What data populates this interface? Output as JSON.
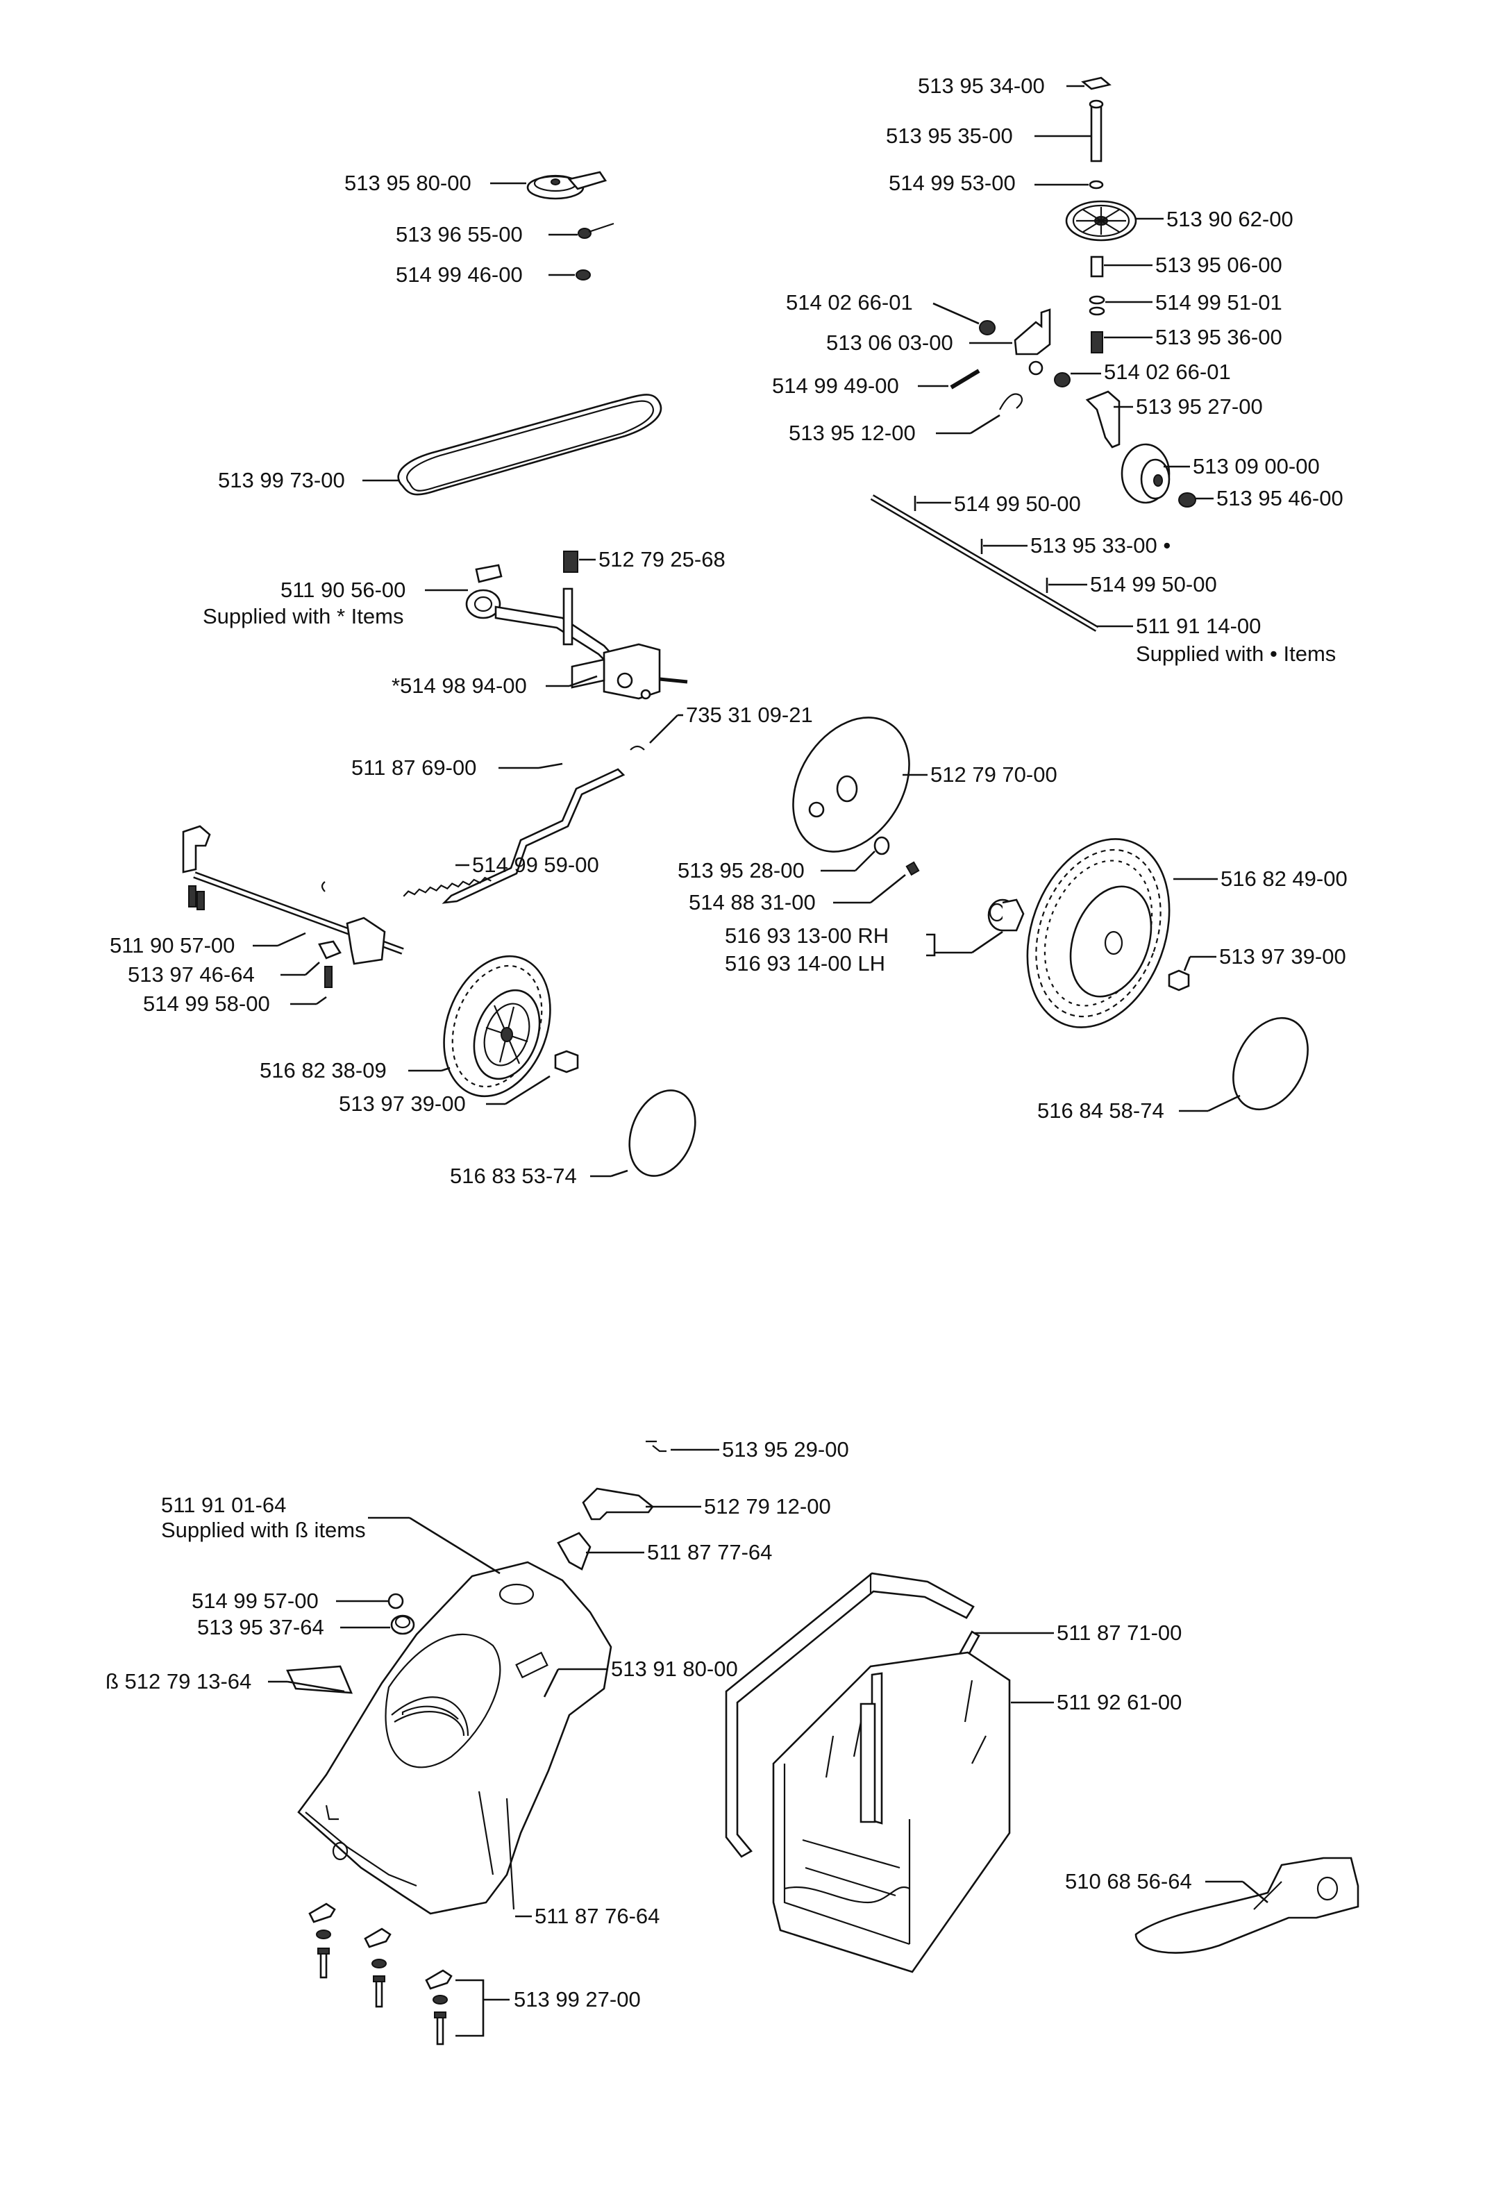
{
  "labels": {
    "p513953400": "513 95 34-00",
    "p513953500": "513 95 35-00",
    "p514995300": "514 99 53-00",
    "p513906200": "513 90 62-00",
    "p513950600": "513 95 06-00",
    "p514995101": "514 99 51-01",
    "p513953600": "513 95 36-00",
    "p514026601a": "514 02 66-01",
    "p513060300": "513 06 03-00",
    "p514026601b": "514 02 66-01",
    "p514994900": "514 99 49-00",
    "p513952700": "513 95 27-00",
    "p513951200": "513 95 12-00",
    "p513090000": "513 09 00-00",
    "p514995000a": "514 99 50-00",
    "p513954600": "513 95 46-00",
    "p513953300": "513 95 33-00 •",
    "p514995000b": "514 99 50-00",
    "p511911400": "511 91 14-00",
    "p511911400_note": "Supplied with • Items",
    "p513958000": "513 95 80-00",
    "p513965500": "513 96 55-00",
    "p514994600": "514 99 46-00",
    "p513997300": "513 99 73-00",
    "p512792568": "512 79 25-68",
    "p511905600": "511 90 56-00",
    "p511905600_note": "Supplied with * Items",
    "p514989400": "*514 98 94-00",
    "p735310921": "735 31 09-21",
    "p511876900": "511 87 69-00",
    "p514995900": "514 99 59-00",
    "p511905700": "511 90 57-00",
    "p513974664": "513 97 46-64",
    "p514995800": "514 99 58-00",
    "p516823809": "516 82 38-09",
    "p513973900a": "513 97 39-00",
    "p516835374": "516 83 53-74",
    "p512797000": "512 79 70-00",
    "p513952800": "513 95 28-00",
    "p514883100": "514 88 31-00",
    "p516931300": "516 93 13-00 RH",
    "p516931400": "516 93 14-00 LH",
    "p516824900": "516 82 49-00",
    "p513973900b": "513 97 39-00",
    "p516845874": "516 84 58-74",
    "p513952900": "513 95 29-00",
    "p512791200": "512 79 12-00",
    "p511910164": "511 91 01-64",
    "p511910164_note": "Supplied with ß items",
    "p511877764": "511 87 77-64",
    "p514995700": "514 99 57-00",
    "p513953764": "513 95 37-64",
    "p513918000": "513 91 80-00",
    "p512791364": "ß 512 79 13-64",
    "p511877100": "511 87 71-00",
    "p511926100": "511 92 61-00",
    "p510685664": "510 68 56-64",
    "p511877664": "511 87 76-64",
    "p513992700": "513 99 27-00"
  },
  "icons": [
    "pulley",
    "v-belt",
    "axle",
    "wheel",
    "hubcap",
    "gear-wheel",
    "rear-flap",
    "grass-bag-frame",
    "grass-bag",
    "mulch-plug",
    "bolt",
    "washer",
    "spring"
  ]
}
